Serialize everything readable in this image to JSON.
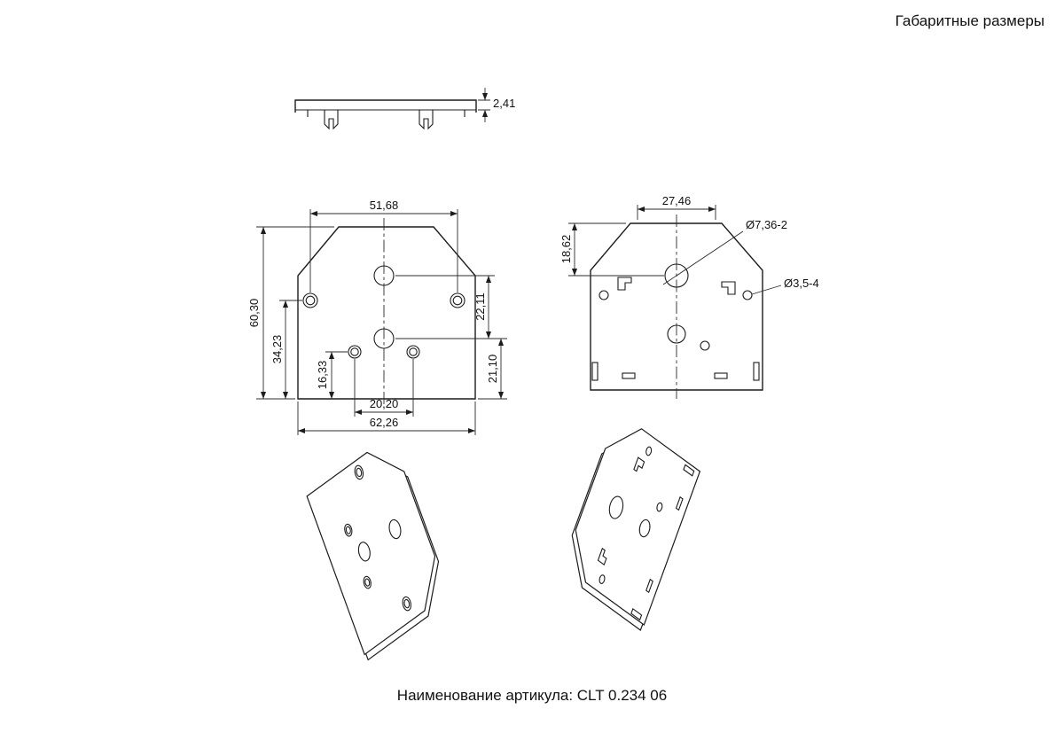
{
  "page": {
    "title": "Габаритные размеры",
    "caption": "Наименование артикула: CLT 0.234 06"
  },
  "dims": {
    "thickness": "2,41",
    "hole_span_top": "51,68",
    "overall_height": "60,30",
    "upper_holes_from_bottom": "34,23",
    "lower_holes_from_bottom": "16,33",
    "center_holes_spacing": "22,11",
    "lower_center_hole_from_bottom": "21,10",
    "lower_holes_spacing": "20,20",
    "overall_width": "62,26",
    "clip_span": "27,46",
    "top_hole_offset": "18,62",
    "large_holes_label": "Ø7,36-2",
    "small_holes_label": "Ø3,5-4"
  }
}
